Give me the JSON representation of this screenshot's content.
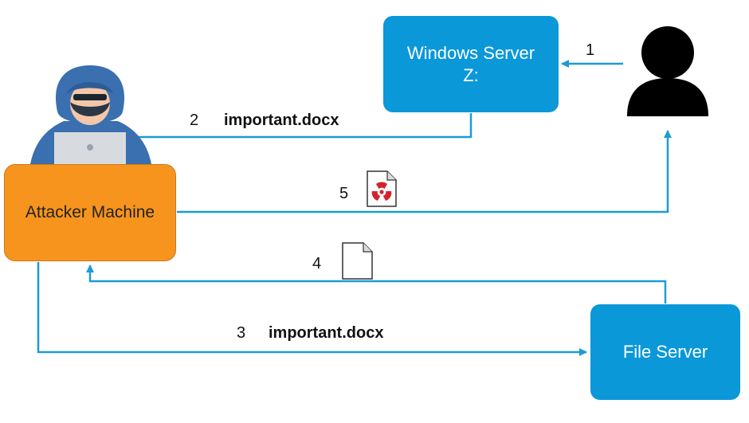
{
  "colors": {
    "server_fill": "#0a98d9",
    "attacker_fill": "#f7941d",
    "connector": "#1e9ad6",
    "hacker_hood": "#3a6fb0",
    "person": "#000000",
    "radiation": "#d4232a"
  },
  "nodes": {
    "windows_server": {
      "label": "Windows Server\nZ:"
    },
    "file_server": {
      "label": "File Server"
    },
    "attacker_machine": {
      "label": "Attacker Machine"
    }
  },
  "steps": {
    "s1": {
      "number": "1"
    },
    "s2": {
      "number": "2",
      "label": "important.docx"
    },
    "s3": {
      "number": "3",
      "label": "important.docx"
    },
    "s4": {
      "number": "4",
      "icon": "blank-document-icon"
    },
    "s5": {
      "number": "5",
      "icon": "malicious-document-icon"
    }
  },
  "icons": {
    "hacker": "hooded-hacker-icon",
    "user": "user-silhouette-icon"
  }
}
